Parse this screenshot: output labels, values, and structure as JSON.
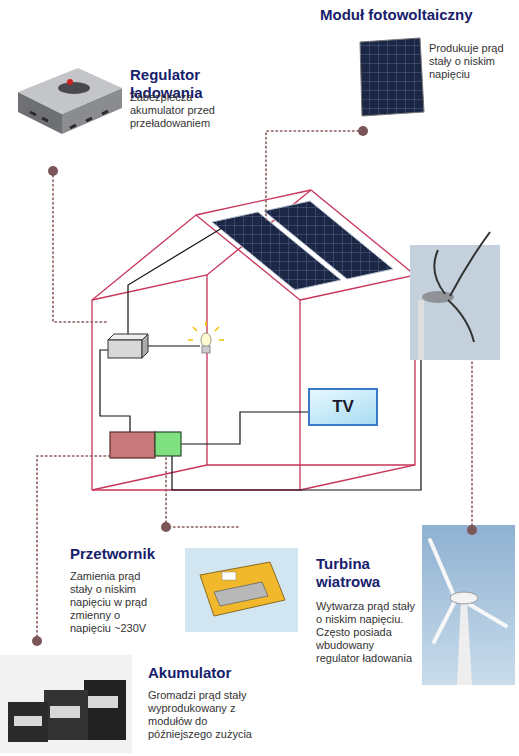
{
  "diagram": {
    "nodes": [
      {
        "text": [
          "Moduł fotowoltaiczny",
          "Produkuje prąd stały o niskim napięciu"
        ]
      },
      {
        "text": [
          "Regulator ładowania",
          "Zabezpiecza akumulator przed przeładowaniem"
        ]
      },
      {
        "text": [
          "TV"
        ]
      },
      {
        "text": [
          "Przetwornik",
          "Zamienia prąd stały o niskim napięciu w prąd zmienny o napięciu ~230V"
        ]
      },
      {
        "text": [
          "Turbina wiatrowa",
          "Wytwarza prąd stały o niskim napięciu. Często posiada wbudowany regulator ładowania"
        ]
      },
      {
        "text": [
          "Akumulator",
          "Gromadzi prąd stały wyprodukowany z modułów do późniejszego zużycia"
        ]
      }
    ]
  }
}
